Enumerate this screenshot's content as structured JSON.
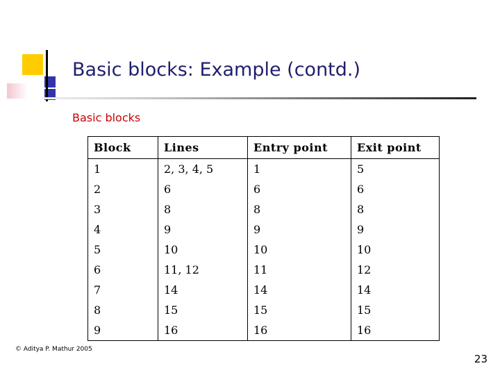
{
  "slide": {
    "title": "Basic blocks: Example (contd.)",
    "subtitle": "Basic blocks",
    "copyright": "© Aditya P. Mathur 2005",
    "page_number": "23",
    "accent_colors": {
      "title_blue": "#1f1f6e",
      "subtitle_red": "#cc0000",
      "logo_yellow": "#ffcc00",
      "logo_blue": "#3333aa",
      "logo_pink": "#f3c6d0",
      "rule_dark": "#202020"
    }
  },
  "table": {
    "headers": [
      "Block",
      "Lines",
      "Entry point",
      "Exit point"
    ],
    "rows": [
      [
        "1",
        "2, 3, 4, 5",
        "1",
        "5"
      ],
      [
        "2",
        "6",
        "6",
        "6"
      ],
      [
        "3",
        "8",
        "8",
        "8"
      ],
      [
        "4",
        "9",
        "9",
        "9"
      ],
      [
        "5",
        "10",
        "10",
        "10"
      ],
      [
        "6",
        "11, 12",
        "11",
        "12"
      ],
      [
        "7",
        "14",
        "14",
        "14"
      ],
      [
        "8",
        "15",
        "15",
        "15"
      ],
      [
        "9",
        "16",
        "16",
        "16"
      ]
    ]
  }
}
